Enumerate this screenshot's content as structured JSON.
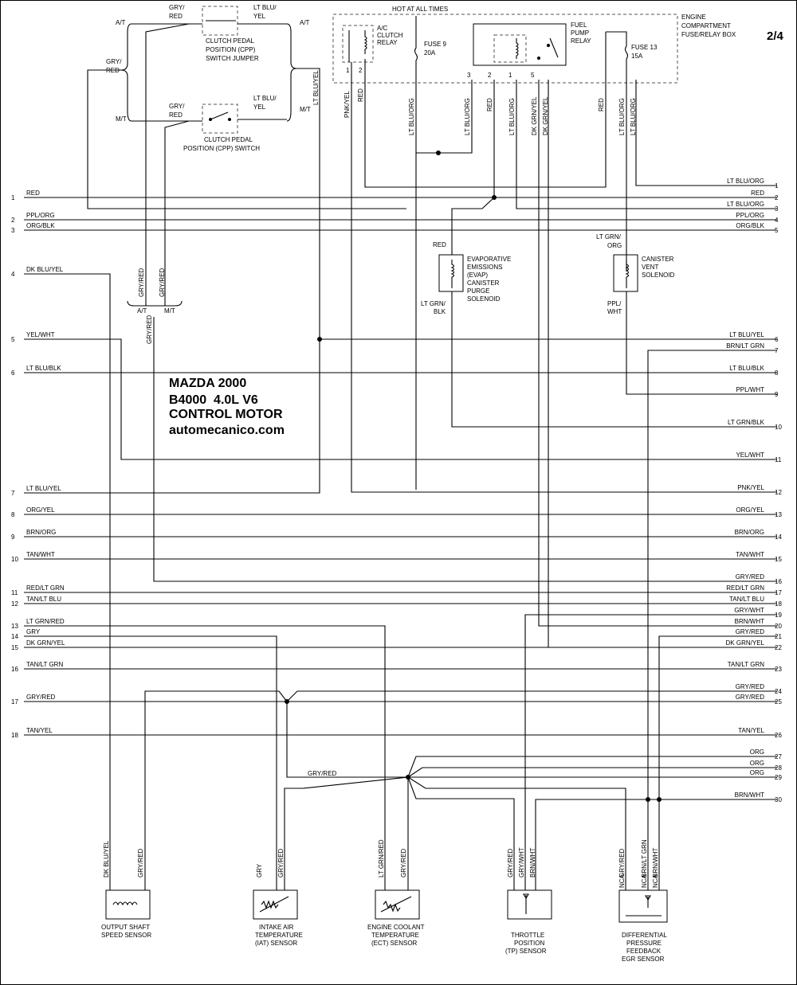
{
  "page_number": "2/4",
  "title_lines": [
    "MAZDA 2000",
    "B4000  4.0L V6",
    "CONTROL MOTOR",
    "automecanico.com"
  ],
  "hot_label": "HOT AT ALL TIMES",
  "fuse_box_label": [
    "ENGINE",
    "COMPARTMENT",
    "FUSE/RELAY BOX"
  ],
  "left_rows": [
    {
      "pin": "1",
      "label": "RED"
    },
    {
      "pin": "2",
      "label": "PPL/ORG"
    },
    {
      "pin": "3",
      "label": "ORG/BLK"
    },
    {
      "pin": "4",
      "label": "DK BLU/YEL"
    },
    {
      "pin": "5",
      "label": "YEL/WHT"
    },
    {
      "pin": "6",
      "label": "LT BLU/BLK"
    },
    {
      "pin": "7",
      "label": "LT BLU/YEL"
    },
    {
      "pin": "8",
      "label": "ORG/YEL"
    },
    {
      "pin": "9",
      "label": "BRN/ORG"
    },
    {
      "pin": "10",
      "label": "TAN/WHT"
    },
    {
      "pin": "11",
      "label": "RED/LT GRN"
    },
    {
      "pin": "12",
      "label": "TAN/LT BLU"
    },
    {
      "pin": "13",
      "label": "LT GRN/RED"
    },
    {
      "pin": "14",
      "label": "GRY"
    },
    {
      "pin": "15",
      "label": "DK GRN/YEL"
    },
    {
      "pin": "16",
      "label": "TAN/LT GRN"
    },
    {
      "pin": "17",
      "label": "GRY/RED"
    },
    {
      "pin": "18",
      "label": "TAN/YEL"
    }
  ],
  "right_rows": [
    {
      "pin": "1",
      "label": "LT BLU/ORG"
    },
    {
      "pin": "2",
      "label": "RED"
    },
    {
      "pin": "3",
      "label": "LT BLU/ORG"
    },
    {
      "pin": "4",
      "label": "PPL/ORG"
    },
    {
      "pin": "5",
      "label": "ORG/BLK"
    },
    {
      "pin": "6",
      "label": "LT BLU/YEL"
    },
    {
      "pin": "7",
      "label": "BRN/LT GRN"
    },
    {
      "pin": "8",
      "label": "LT BLU/BLK"
    },
    {
      "pin": "9",
      "label": "PPL/WHT"
    },
    {
      "pin": "10",
      "label": "LT GRN/BLK"
    },
    {
      "pin": "11",
      "label": "YEL/WHT"
    },
    {
      "pin": "12",
      "label": "PNK/YEL"
    },
    {
      "pin": "13",
      "label": "ORG/YEL"
    },
    {
      "pin": "14",
      "label": "BRN/ORG"
    },
    {
      "pin": "15",
      "label": "TAN/WHT"
    },
    {
      "pin": "16",
      "label": "GRY/RED"
    },
    {
      "pin": "17",
      "label": "RED/LT GRN"
    },
    {
      "pin": "18",
      "label": "TAN/LT BLU"
    },
    {
      "pin": "19",
      "label": "GRY/WHT"
    },
    {
      "pin": "20",
      "label": "BRN/WHT"
    },
    {
      "pin": "21",
      "label": "GRY/RED"
    },
    {
      "pin": "22",
      "label": "DK GRN/YEL"
    },
    {
      "pin": "23",
      "label": "TAN/LT GRN"
    },
    {
      "pin": "24",
      "label": "GRY/RED"
    },
    {
      "pin": "25",
      "label": "GRY/RED"
    },
    {
      "pin": "26",
      "label": "TAN/YEL"
    },
    {
      "pin": "27",
      "label": "ORG"
    },
    {
      "pin": "28",
      "label": "ORG"
    },
    {
      "pin": "29",
      "label": "ORG"
    },
    {
      "pin": "30",
      "label": "BRN/WHT"
    }
  ],
  "components": {
    "cpp_jumper": [
      "CLUTCH PEDAL",
      "POSITION (CPP)",
      "SWITCH JUMPER"
    ],
    "cpp_switch": [
      "CLUTCH PEDAL",
      "POSITION (CPP) SWITCH"
    ],
    "ac_relay": [
      "A/C",
      "CLUTCH",
      "RELAY"
    ],
    "fuse9": [
      "FUSE 9",
      "20A"
    ],
    "fuel_pump_relay": [
      "FUEL",
      "PUMP",
      "RELAY"
    ],
    "fuse13": [
      "FUSE 13",
      "15A"
    ],
    "evap_solenoid": [
      "EVAPORATIVE",
      "EMISSIONS",
      "(EVAP)",
      "CANISTER",
      "PURGE",
      "SOLENOID"
    ],
    "canister_vent": [
      "CANISTER",
      "VENT",
      "SOLENOID"
    ],
    "oss_sensor": [
      "OUTPUT SHAFT",
      "SPEED SENSOR"
    ],
    "iat_sensor": [
      "INTAKE AIR",
      "TEMPERATURE",
      "(IAT) SENSOR"
    ],
    "ect_sensor": [
      "ENGINE COOLANT",
      "TEMPERATURE",
      "(ECT) SENSOR"
    ],
    "tp_sensor": [
      "THROTTLE",
      "POSITION",
      "(TP) SENSOR"
    ],
    "dpfe_sensor": [
      "DIFFERENTIAL",
      "PRESSURE",
      "FEEDBACK",
      "EGR SENSOR"
    ]
  },
  "wire_labels": {
    "gry_red": "GRY/RED",
    "lt_blu_yel": "LT BLU/YEL",
    "lt_blu_yel_broken": [
      "LT BLU/",
      "YEL"
    ],
    "gry_red_broken": [
      "GRY/",
      "RED"
    ],
    "at": "A/T",
    "mt": "M/T",
    "pnk_yel": "PNK/YEL",
    "red": "RED",
    "lt_blu_org": "LT BLU/ORG",
    "dk_grn_yel": "DK GRN/YEL",
    "dk_blu_yel": "DK BLU/YEL",
    "gry": "GRY",
    "lt_grn_red": "LT GRN/RED",
    "gry_wht": "GRY/WHT",
    "brn_wht": "BRN/WHT",
    "brn_lt_grn": "BRN/LT GRN",
    "lt_grn_org": [
      "LT GRN/",
      "ORG"
    ],
    "lt_grn_blk": [
      "LT GRN/",
      "BLK"
    ],
    "ppl_wht": [
      "PPL/",
      "WHT"
    ],
    "nca": "NCA",
    "relay_pins": [
      "1",
      "2",
      "3",
      "2",
      "1",
      "5"
    ]
  }
}
